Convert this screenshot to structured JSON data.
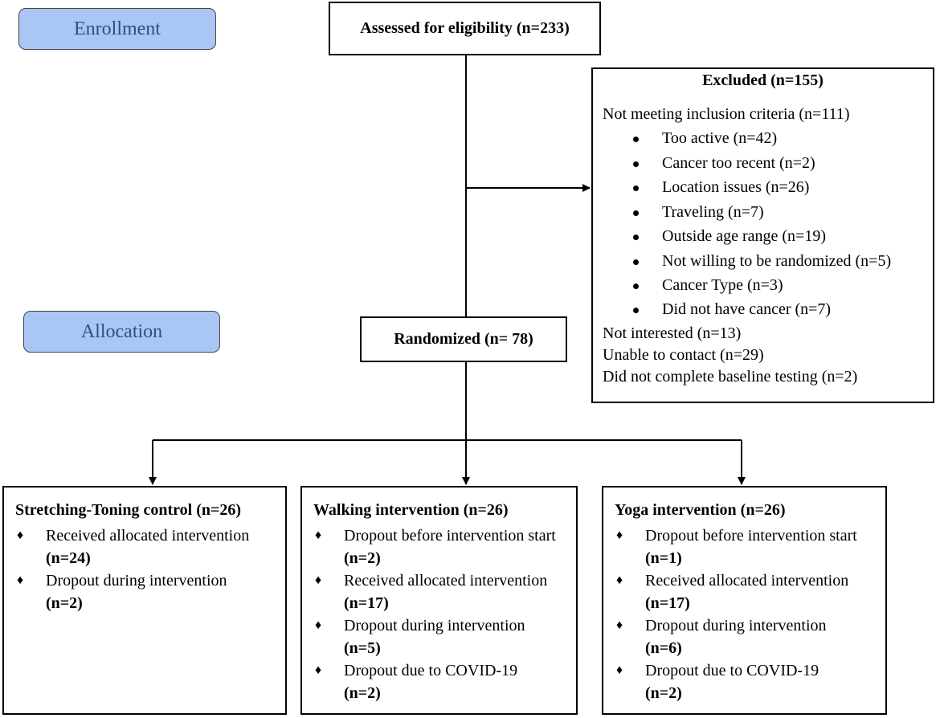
{
  "stages": {
    "enrollment": "Enrollment",
    "allocation": "Allocation"
  },
  "assessed": "Assessed for eligibility (n=233)",
  "randomized": "Randomized (n= 78)",
  "excluded": {
    "title": "Excluded (n=155)",
    "not_meeting": "Not meeting inclusion criteria (n=111)",
    "reasons": [
      "Too active (n=42)",
      "Cancer too recent (n=2)",
      "Location issues (n=26)",
      "Traveling (n=7)",
      "Outside age range (n=19)",
      "Not willing to be randomized (n=5)",
      "Cancer Type (n=3)",
      "Did not have cancer (n=7)"
    ],
    "other": [
      "Not interested (n=13)",
      "Unable to contact (n=29)",
      "Did not complete baseline testing (n=2)"
    ]
  },
  "arms": [
    {
      "title": "Stretching-Toning control (n=26)",
      "items": [
        {
          "text": "Received allocated intervention",
          "count": "(n=24)"
        },
        {
          "text": "Dropout during intervention",
          "count": "(n=2)"
        }
      ]
    },
    {
      "title": "Walking intervention (n=26)",
      "items": [
        {
          "text": "Dropout before intervention start",
          "count": "(n=2)"
        },
        {
          "text": "Received allocated intervention",
          "count": "(n=17)"
        },
        {
          "text": "Dropout during intervention",
          "count": "(n=5)"
        },
        {
          "text": "Dropout due to COVID-19",
          "count": "(n=2)"
        }
      ]
    },
    {
      "title": "Yoga intervention (n=26)",
      "items": [
        {
          "text": "Dropout before intervention start",
          "count": "(n=1)"
        },
        {
          "text": "Received allocated intervention",
          "count": "(n=17)"
        },
        {
          "text": "Dropout during intervention",
          "count": "(n=6)"
        },
        {
          "text": "Dropout due to COVID-19",
          "count": "(n=2)"
        }
      ]
    }
  ],
  "bullet_glyph": "♦",
  "stage_label_color": "#a9c6f5"
}
